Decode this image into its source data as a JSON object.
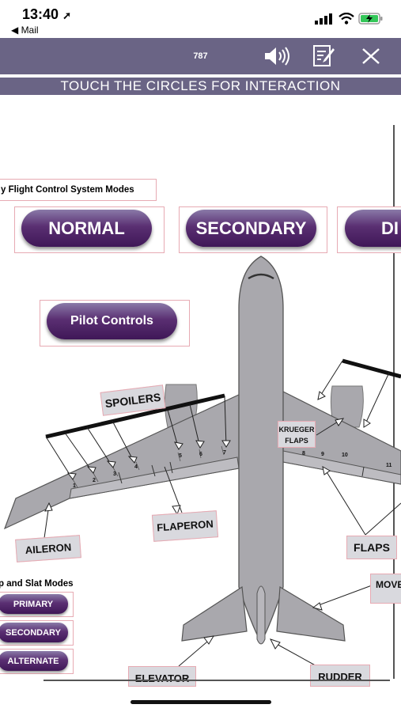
{
  "status": {
    "time": "13:40",
    "back_label": "◀ Mail"
  },
  "header": {
    "title": "787"
  },
  "banner": {
    "text": "TOUCH THE CIRCLES FOR INTERACTION"
  },
  "flight_modes": {
    "heading": "y Flight Control System Modes",
    "buttons": [
      "NORMAL",
      "SECONDARY",
      "DI"
    ]
  },
  "pilot_controls": {
    "label": "Pilot Controls"
  },
  "labels": {
    "spoilers": "SPOILERS",
    "krueger_line1": "KRUEGER",
    "krueger_line2": "FLAPS",
    "aileron": "AILERON",
    "flaperon": "FLAPERON",
    "flaps": "FLAPS",
    "move": "MOVE",
    "elevator": "ELEVATOR",
    "rudder": "RUDDER"
  },
  "flap_modes": {
    "heading": "p and Slat Modes",
    "buttons": [
      "PRIMARY",
      "SECONDARY",
      "ALTERNATE"
    ]
  },
  "panel_numbers": [
    "1",
    "2",
    "3",
    "4",
    "5",
    "6",
    "7",
    "8",
    "9",
    "10",
    "11"
  ],
  "colors": {
    "header": "#6a6485",
    "button": "#4f2566",
    "airframe": "#a9a8ad",
    "border": "#e7aab3"
  }
}
